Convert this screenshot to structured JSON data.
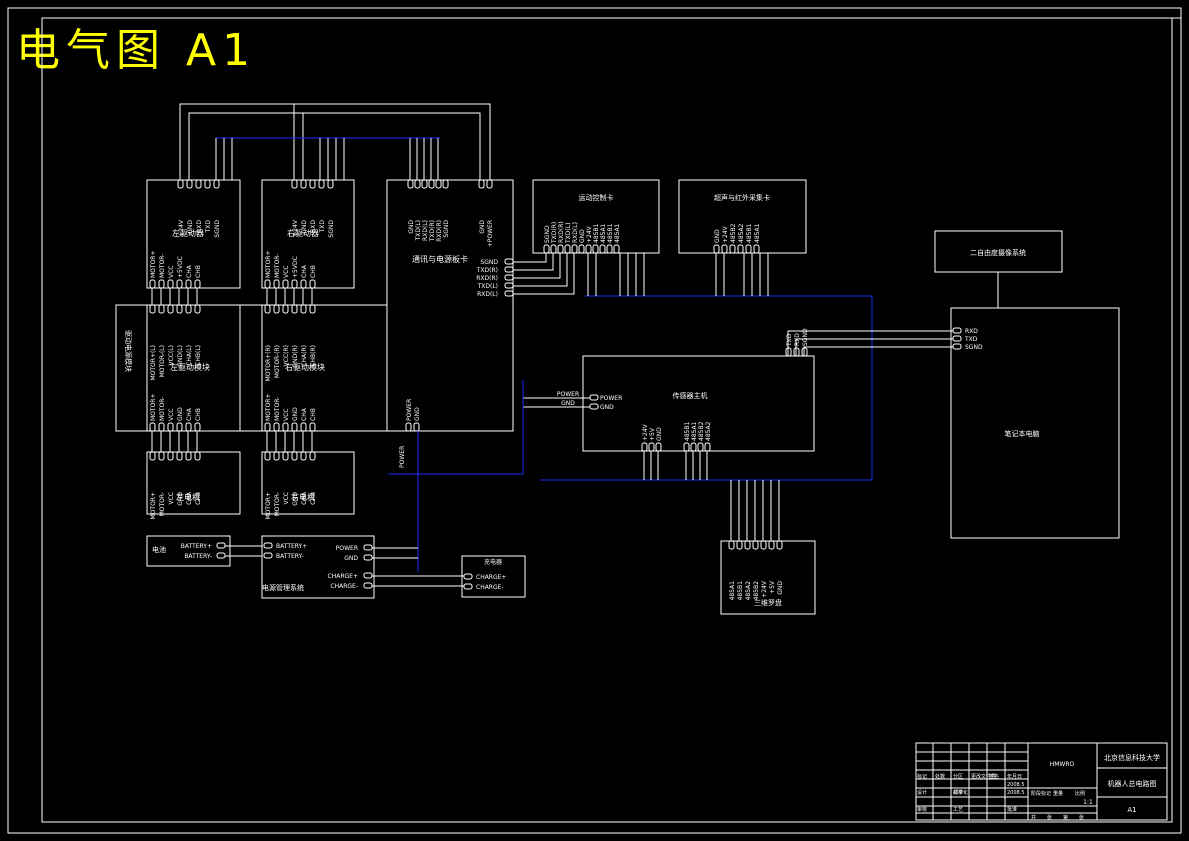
{
  "title": "电气图 A1",
  "colors": {
    "line": "#ffffff",
    "bus": "#1a2cff",
    "title": "#ffff00",
    "bg": "#000000"
  },
  "blocks": {
    "left_driver": {
      "label": "左驱动器",
      "top_pins": [
        "+24V",
        "GND",
        "RXD",
        "TXD",
        "SGND"
      ],
      "bottom_pins": [
        "MOTOR+",
        "MOTOR-",
        "VCC",
        "+5VDC",
        "CHA",
        "CHB"
      ]
    },
    "right_driver": {
      "label": "右驱动器",
      "top_pins": [
        "+24V",
        "GND",
        "RXD",
        "TXD",
        "SGND"
      ],
      "bottom_pins": [
        "MOTOR+",
        "MOTOR-",
        "VCC",
        "+5VDC",
        "CHA",
        "CHB"
      ]
    },
    "drive_power": {
      "label": "驱动电源模块"
    },
    "left_drive": {
      "label": "左驱动模块",
      "top_pins": [
        "MOTOR+(L)",
        "MOTOR-(L)",
        "VCC(L)",
        "GND(L)",
        "CHA(L)",
        "CHB(L)"
      ],
      "bottom_pins": [
        "MOTOR+",
        "MOTOR-",
        "VCC",
        "GND",
        "CHA",
        "CHB"
      ]
    },
    "right_drive": {
      "label": "右驱动模块",
      "top_pins": [
        "MOTOR+(R)",
        "MOTOR-(R)",
        "VCC(R)",
        "GND(R)",
        "CHA(R)",
        "CHB(R)"
      ],
      "bottom_pins": [
        "MOTOR+",
        "MOTOR-",
        "VCC",
        "GND",
        "CHA",
        "CHB"
      ]
    },
    "left_motor": {
      "label": "左电机",
      "pins": [
        "MOTOR+",
        "MOTOR-",
        "VCC",
        "GND",
        "CHA",
        "CHB"
      ]
    },
    "right_motor": {
      "label": "右电机",
      "pins": [
        "MOTOR+",
        "MOTOR-",
        "VCC",
        "GND",
        "CHA",
        "CHB"
      ]
    },
    "comm_board": {
      "label": "通讯与电源板卡",
      "top_pins": [
        "GND",
        "TXD(L)",
        "RXD(L)",
        "TXD(R)",
        "RXD(R)",
        "SGND"
      ],
      "top_pins2": [
        "GND",
        "+POWER"
      ],
      "right_pins": [
        "SGND",
        "TXD(R)",
        "RXD(R)",
        "TXD(L)",
        "RXD(L)"
      ],
      "bottom_pins": [
        "POWER",
        "GND"
      ],
      "extra": "POWER"
    },
    "motion_card": {
      "label": "运动控制卡",
      "pins": [
        "SGND",
        "TXD(R)",
        "RXD(R)",
        "TXD(L)",
        "RXD(L)",
        "GND",
        "+24V",
        "485B1",
        "485A1",
        "485B1",
        "485A1"
      ]
    },
    "ultra_card": {
      "label": "超声与红外采集卡",
      "pins": [
        "GND",
        "+24V",
        "485B2",
        "485A2",
        "485B1",
        "485A1"
      ]
    },
    "sensor_host": {
      "label": "传感器主机",
      "left_pins": [
        "POWER",
        "GND"
      ],
      "left_labels": [
        "POWER",
        "GND"
      ],
      "right_pins": [
        "TXD",
        "RXD",
        "SGND"
      ],
      "bottom_pins": [
        "+24V",
        "+5V",
        "GND",
        "485B1",
        "485A1",
        "485B2",
        "485A2"
      ]
    },
    "camera_system": {
      "label": "二自由度摄像系统"
    },
    "laptop": {
      "label": "笔记本电脑",
      "pins": [
        "RXD",
        "TXD",
        "SGND"
      ]
    },
    "sonar": {
      "label": "三维罗盘",
      "pins": [
        "485A1",
        "485B1",
        "485A2",
        "485B2",
        "+24V",
        "+5V",
        "GND"
      ]
    },
    "battery": {
      "label": "电池",
      "pins": [
        "BATTERY+",
        "BATTERY-"
      ]
    },
    "power_mgmt": {
      "label": "电源管理系统",
      "left_pins": [
        "BATTERY+",
        "BATTERY-"
      ],
      "right_pins": [
        "POWER",
        "GND",
        "CHARGE+",
        "CHARGE-"
      ]
    },
    "charger": {
      "label": "充电器",
      "pins": [
        "CHARGE+",
        "CHARGE-"
      ]
    }
  },
  "title_block": {
    "school": "北京信息科技大学",
    "drawing_title": "机器人总电路图",
    "size": "A1",
    "code": "HMWRO",
    "scale": "1:1",
    "date": "2008.5",
    "row_labels": [
      "标记",
      "处数",
      "分区",
      "更改文件号",
      "签名",
      "年月日"
    ],
    "design_labels": [
      "设计",
      "标准化"
    ],
    "review_labels": [
      "审核",
      "工艺"
    ],
    "approve_label": "批准",
    "stage_labels": [
      "阶段标记",
      "重量",
      "比例"
    ],
    "sheet_labels": [
      "共",
      "张",
      "第",
      "张"
    ],
    "designer": "郑学",
    "design_date": "2008.5"
  }
}
